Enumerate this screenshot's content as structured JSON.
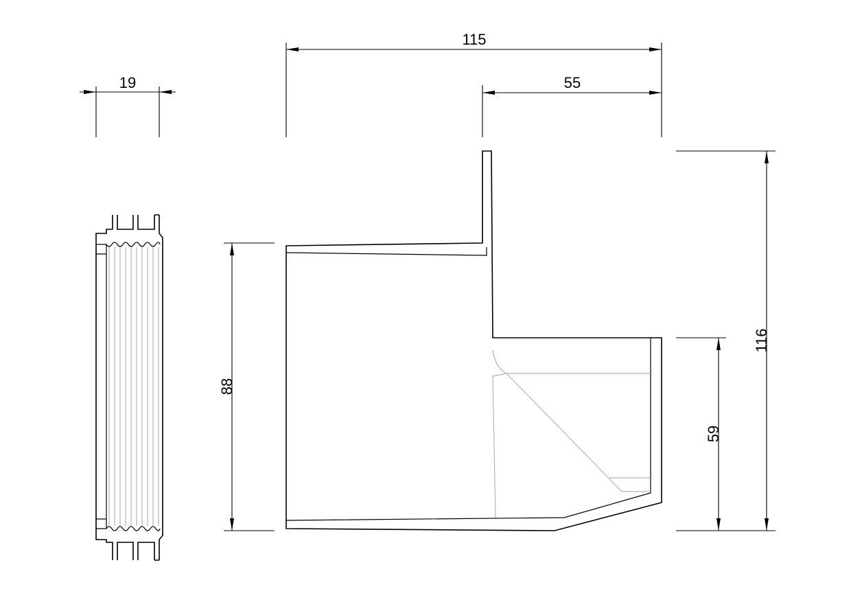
{
  "drawing": {
    "line_color": "#000000",
    "hidden_line_color": "#b4b4b4",
    "background": "#ffffff"
  },
  "dimensions": {
    "overall_width": "115",
    "outlet_width": "55",
    "profile_width": "19",
    "inlet_height": "88",
    "outlet_height": "59",
    "overall_height": "116"
  }
}
